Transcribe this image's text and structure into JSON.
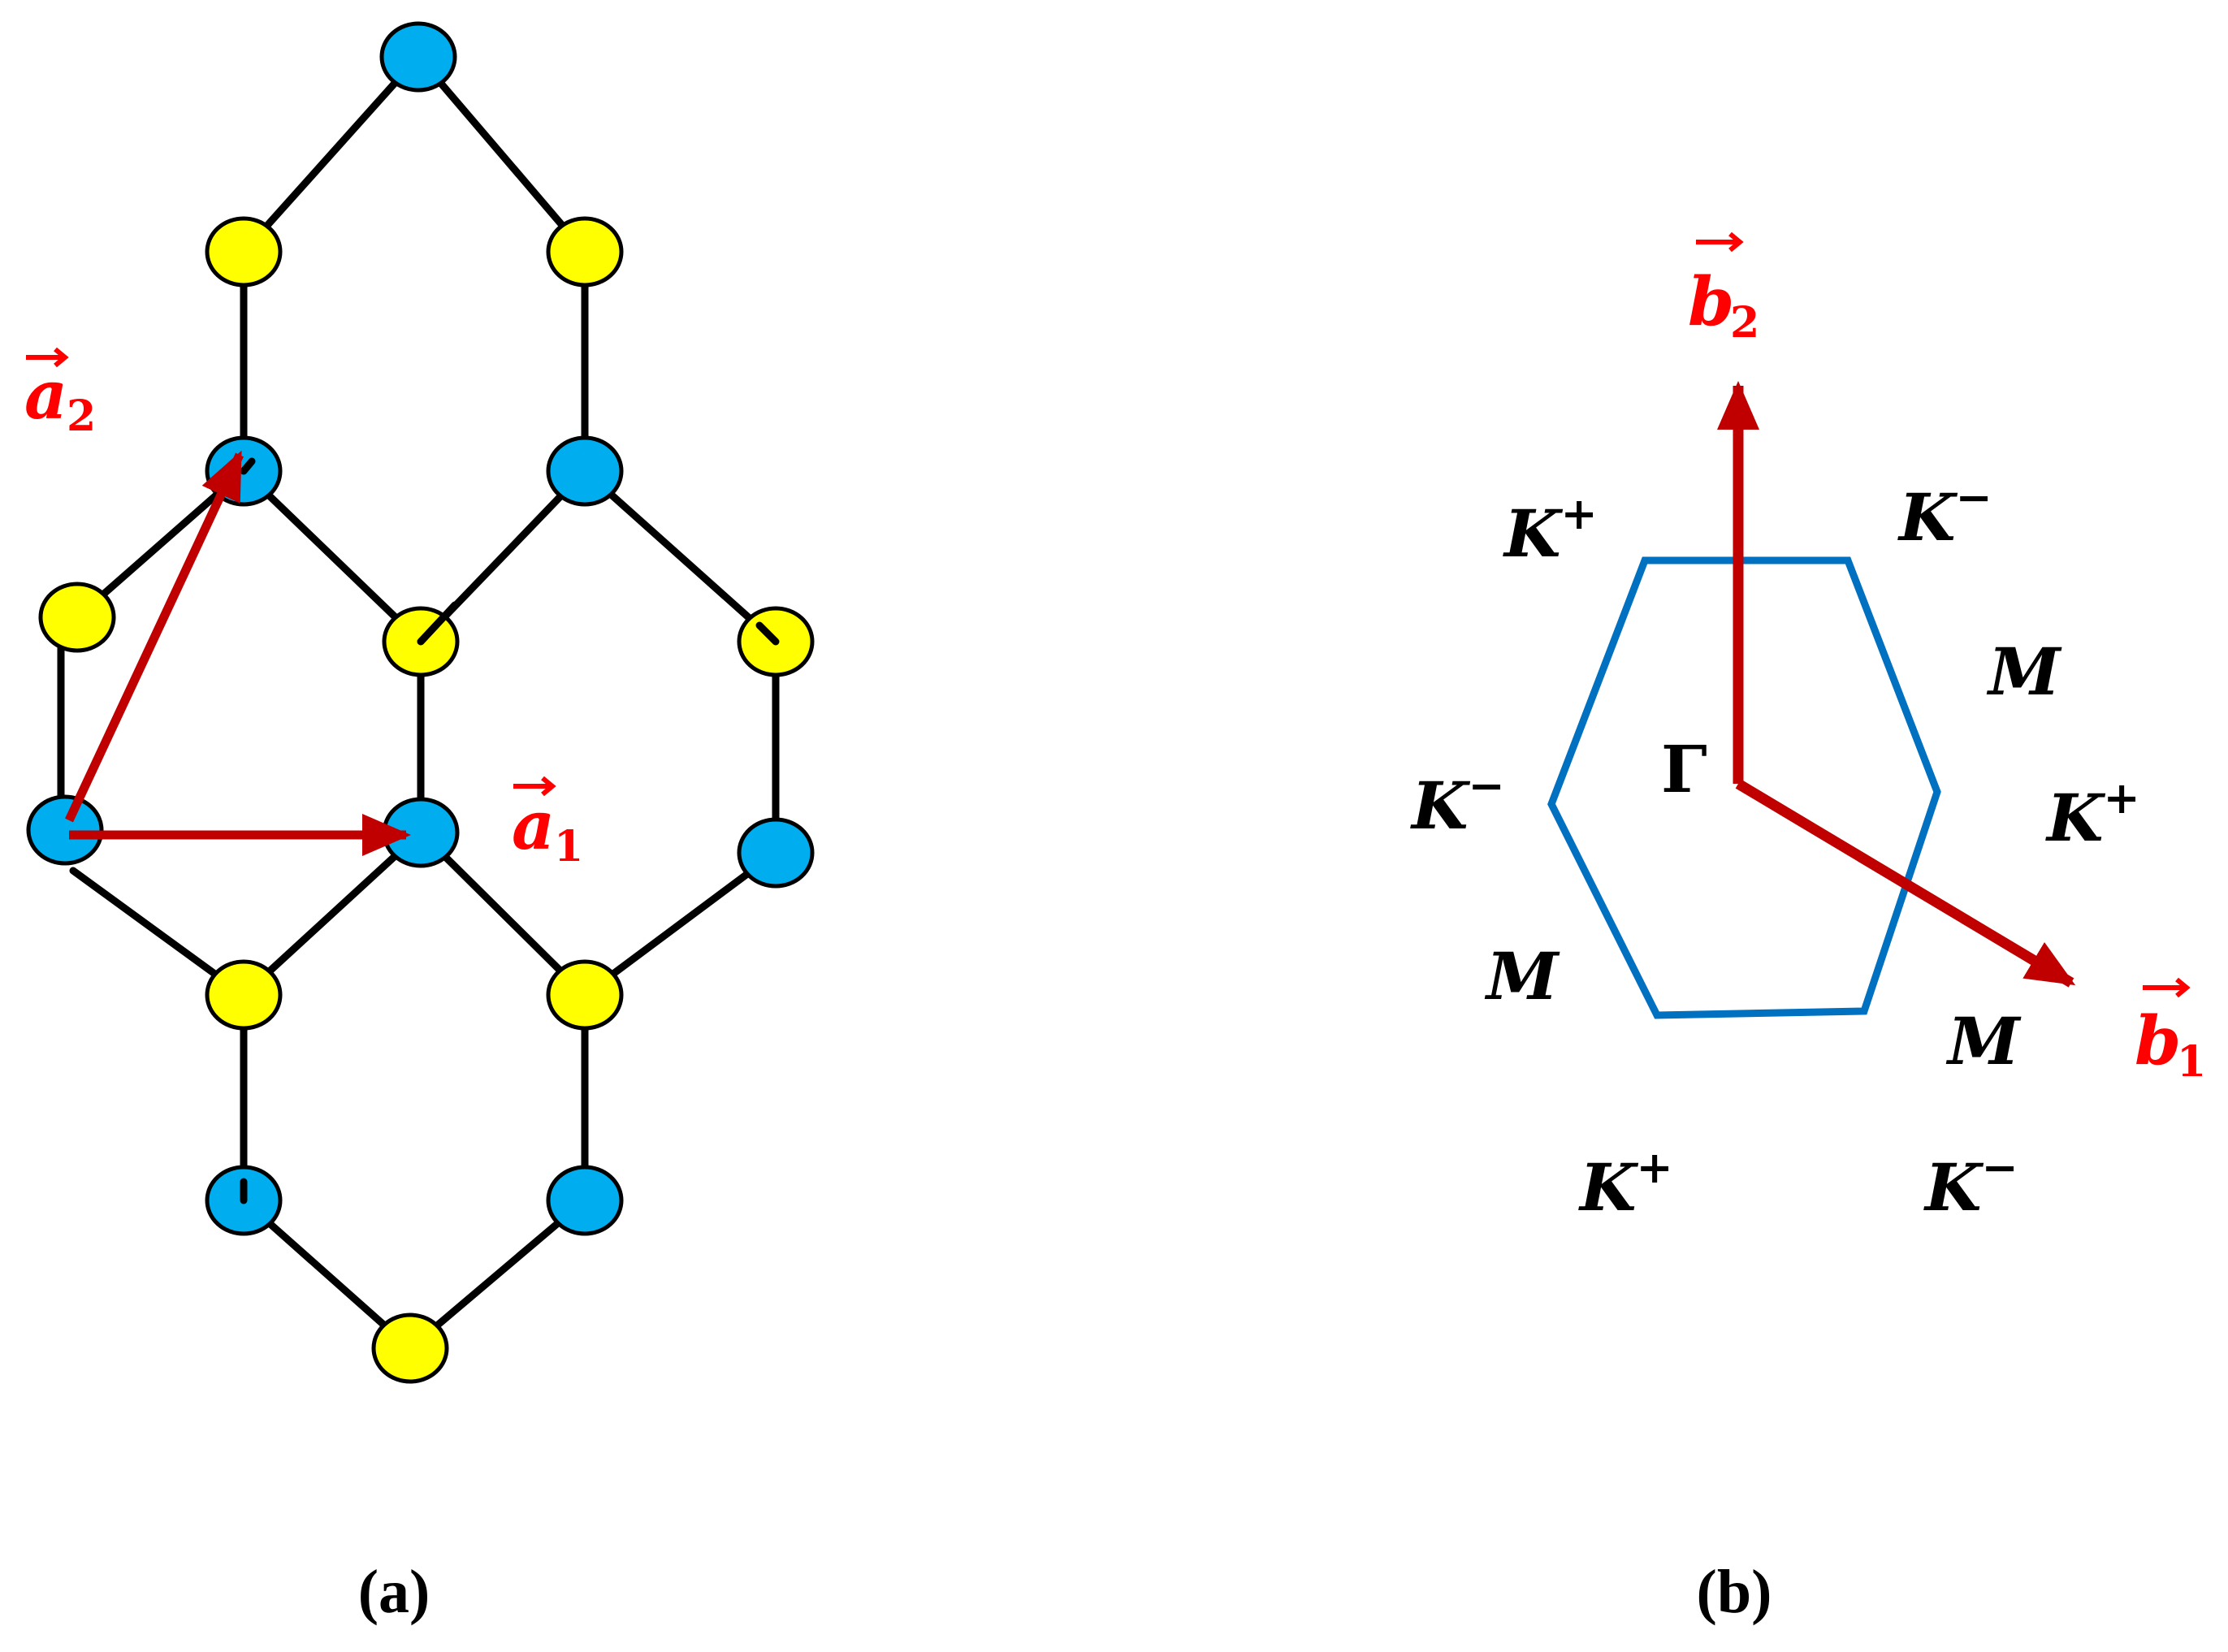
{
  "panel_a": {
    "caption": "(a)",
    "vector_a1": {
      "base": "a",
      "sub": "1"
    },
    "vector_a2": {
      "base": "a",
      "sub": "2"
    }
  },
  "panel_b": {
    "caption": "(b)",
    "gamma": "Γ",
    "vector_b1": {
      "base": "b",
      "sub": "1"
    },
    "vector_b2": {
      "base": "b",
      "sub": "2"
    },
    "k_label": "K",
    "plus": "+",
    "minus": "−",
    "m_label": "M"
  },
  "colors": {
    "atom_blue": "#00aeef",
    "atom_yellow": "#ffff00",
    "bond": "#000000",
    "arrow_red": "#c00000",
    "label_red": "#ff0000",
    "zone_blue": "#0070c0"
  }
}
